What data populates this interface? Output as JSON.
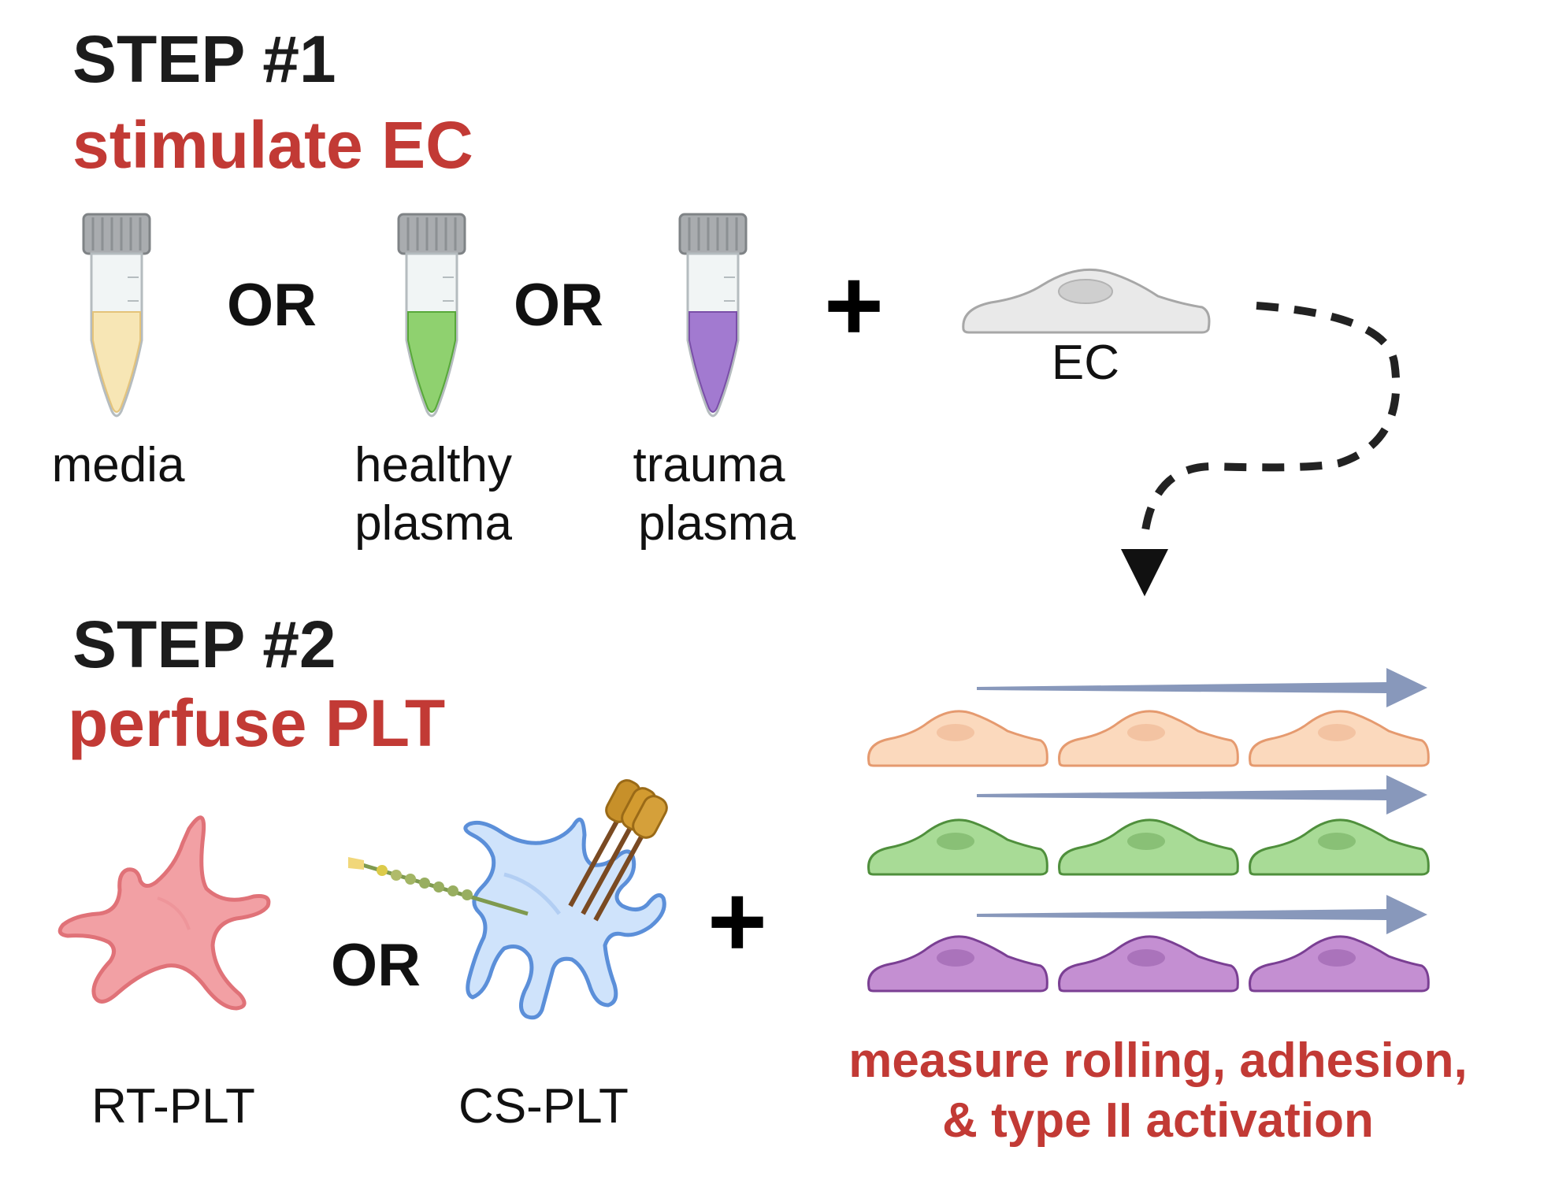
{
  "step1": {
    "heading": "STEP #1",
    "subtitle": "stimulate EC"
  },
  "step2": {
    "heading": "STEP #2",
    "subtitle": "perfuse PLT"
  },
  "tubes": [
    {
      "label_line1": "media",
      "label_line2": "",
      "liquid_color": "#f7e6b5"
    },
    {
      "label_line1": "healthy",
      "label_line2": "plasma",
      "liquid_color": "#8fd16f"
    },
    {
      "label_line1": "trauma",
      "label_line2": "plasma",
      "liquid_color": "#a27ad0"
    }
  ],
  "connectors": {
    "or": "OR",
    "plus": "+"
  },
  "ec_label": "EC",
  "platelets": [
    {
      "label": "RT-PLT",
      "color": "#f2a0a4"
    },
    {
      "label": "CS-PLT",
      "color": "#cfe3fb"
    }
  ],
  "cell_rows": [
    {
      "fill": "#fbd9bd",
      "stroke": "#e59a6f"
    },
    {
      "fill": "#a8db96",
      "stroke": "#4f8f3c"
    },
    {
      "fill": "#c48fd2",
      "stroke": "#7a3f93"
    }
  ],
  "measure": {
    "line1": "measure rolling, adhesion,",
    "line2": "& type II activation"
  },
  "colors": {
    "accent_red": "#c23a35",
    "flow_arrow": "#8898bb"
  }
}
